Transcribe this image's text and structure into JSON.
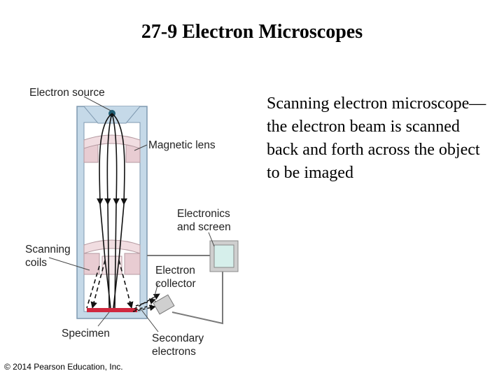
{
  "title": "27-9 Electron Microscopes",
  "body_text": "Scanning electron microscope—the electron beam is scanned back and forth across the object to be imaged",
  "diagram": {
    "labels": {
      "electron_source": "Electron source",
      "magnetic_lens": "Magnetic lens",
      "electronics_screen_1": "Electronics",
      "electronics_screen_2": "and screen",
      "scanning_coils_1": "Scanning",
      "scanning_coils_2": "coils",
      "electron_collector_1": "Electron",
      "electron_collector_2": "collector",
      "specimen": "Specimen",
      "secondary_electrons_1": "Secondary",
      "secondary_electrons_2": "electrons"
    },
    "colors": {
      "column_frame": "#c5d9e8",
      "column_outline": "#7f99b0",
      "lens_fill": "#e8ccd2",
      "lens_outline": "#b59aa1",
      "specimen": "#d0283f",
      "screen": "#d6efeb",
      "monitor": "#cfcfcf",
      "wire": "#7a7a7a",
      "source": "#1f5d73"
    }
  },
  "copyright": "© 2014 Pearson Education, Inc."
}
